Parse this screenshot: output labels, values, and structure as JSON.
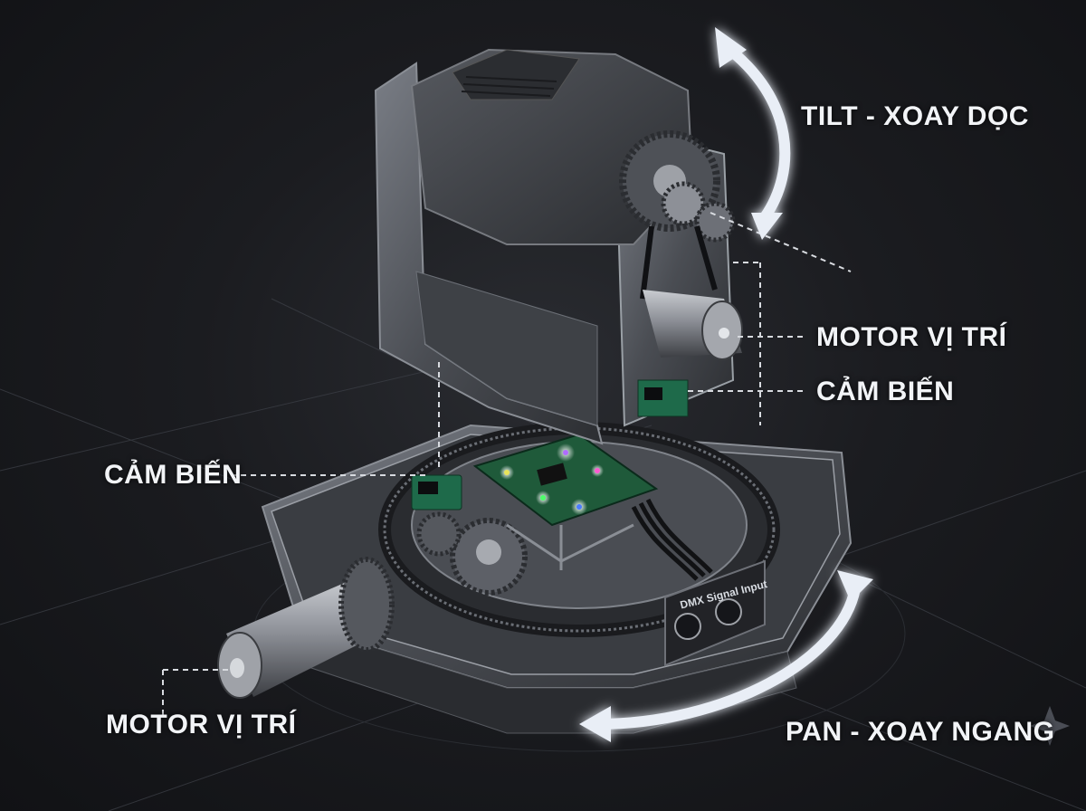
{
  "labels": {
    "tilt": "TILT - XOAY DỌC",
    "motor_right": "MOTOR VỊ TRÍ",
    "sensor_right": "CẢM BIẾN",
    "sensor_left": "CẢM BIẾN",
    "motor_left": "MOTOR VỊ TRÍ",
    "pan": "PAN - XOAY NGANG"
  },
  "plate": {
    "text": "DMX Signal Input"
  },
  "colors": {
    "background": "#141518",
    "label_text": "#f2f4f7",
    "arrow": "#e9eef6",
    "arrow_glow": "#6fb6ff",
    "metal": "#5b5f66",
    "pcb": "#1f5a3a"
  },
  "icons": {
    "tilt_arrow": "curved-double-arrow-vertical",
    "pan_arrow": "curved-double-arrow-horizontal",
    "sparkle": "sparkle-star"
  }
}
